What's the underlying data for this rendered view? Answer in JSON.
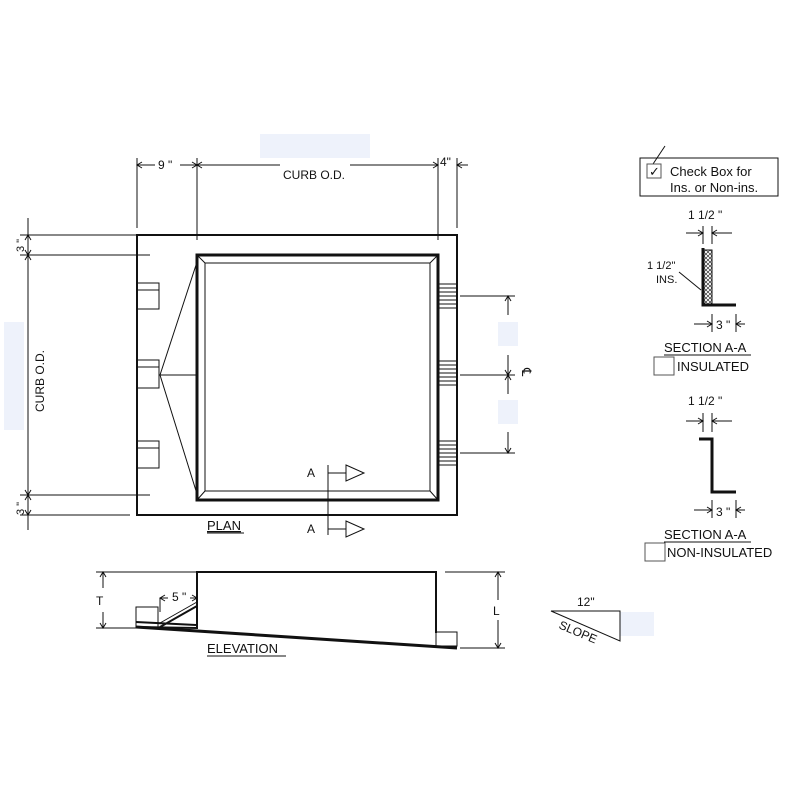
{
  "plan": {
    "dim_left": "9 \"",
    "dim_top": "CURB O.D.",
    "dim_right": "4\"",
    "dim_vertical": "CURB O.D.",
    "dim_top_3": "3 \"",
    "dim_bottom_3": "3 \"",
    "centerline": "℄",
    "section_marker_top": "A",
    "section_marker_bottom": "A",
    "label": "PLAN"
  },
  "elevation": {
    "dim_t": "T",
    "dim_5": "5 \"",
    "dim_l": "L",
    "label": "ELEVATION"
  },
  "slope": {
    "run": "12\"",
    "label": "SLOPE"
  },
  "check_note": {
    "line1": "Check Box for",
    "line2": "Ins. or Non-ins.",
    "checked": true
  },
  "section_insulated": {
    "dim_top": "1 1/2 \"",
    "ins_line1": "1 1/2\"",
    "ins_line2": "INS.",
    "dim_bottom": "3 \"",
    "title": "SECTION A-A",
    "option_label": "INSULATED",
    "checked": false
  },
  "section_non_insulated": {
    "dim_top": "1 1/2 \"",
    "dim_bottom": "3 \"",
    "title": "SECTION A-A",
    "option_label": "NON-INSULATED",
    "checked": false
  }
}
